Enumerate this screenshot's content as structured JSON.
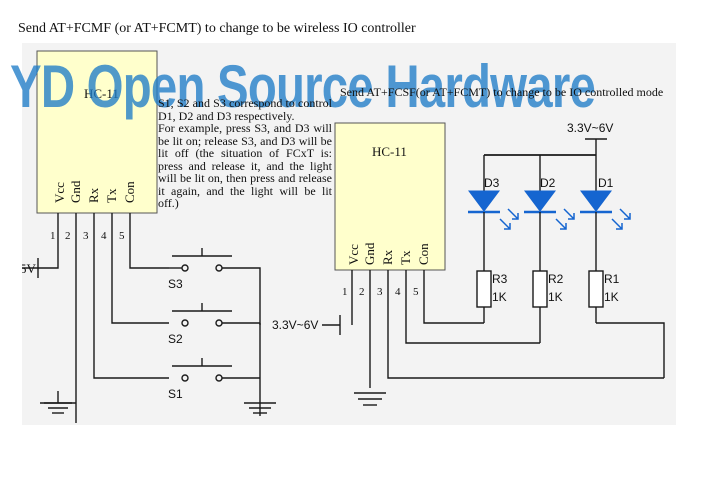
{
  "title": "Send AT+FCMF (or AT+FCMT) to change to be wireless IO controller",
  "watermark": "YD Open Source Hardware",
  "left_description": [
    "S1, S2 and S3 correspond to control D1, D2 and D3 respectively.",
    "For example, press S3, and D3 will be lit on; release S3, and D3 will be lit off (the situation of FCxT is: press and release it, and the light will be lit on, then press and release it again, and the light will be lit off.)"
  ],
  "right_description": "Send AT+FCSF(or AT+FCMT) to change to be IO controlled mode",
  "left_module": {
    "name": "HC-11",
    "pins": [
      "Vcc",
      "Gnd",
      "Rx",
      "Tx",
      "Con"
    ],
    "pin_numbers": [
      "1",
      "2",
      "3",
      "4",
      "5"
    ],
    "supply_partial": "5V"
  },
  "right_module": {
    "name": "HC-11",
    "pins": [
      "Vcc",
      "Gnd",
      "Rx",
      "Tx",
      "Con"
    ],
    "pin_numbers": [
      "1",
      "2",
      "3",
      "4",
      "5"
    ]
  },
  "switches": [
    "S3",
    "S2",
    "S1"
  ],
  "switch_supply": "3.3V~6V",
  "led_supply": "3.3V~6V",
  "leds": [
    "D3",
    "D2",
    "D1"
  ],
  "resistors": [
    {
      "name": "R3",
      "value": "1K"
    },
    {
      "name": "R2",
      "value": "1K"
    },
    {
      "name": "R1",
      "value": "1K"
    }
  ]
}
